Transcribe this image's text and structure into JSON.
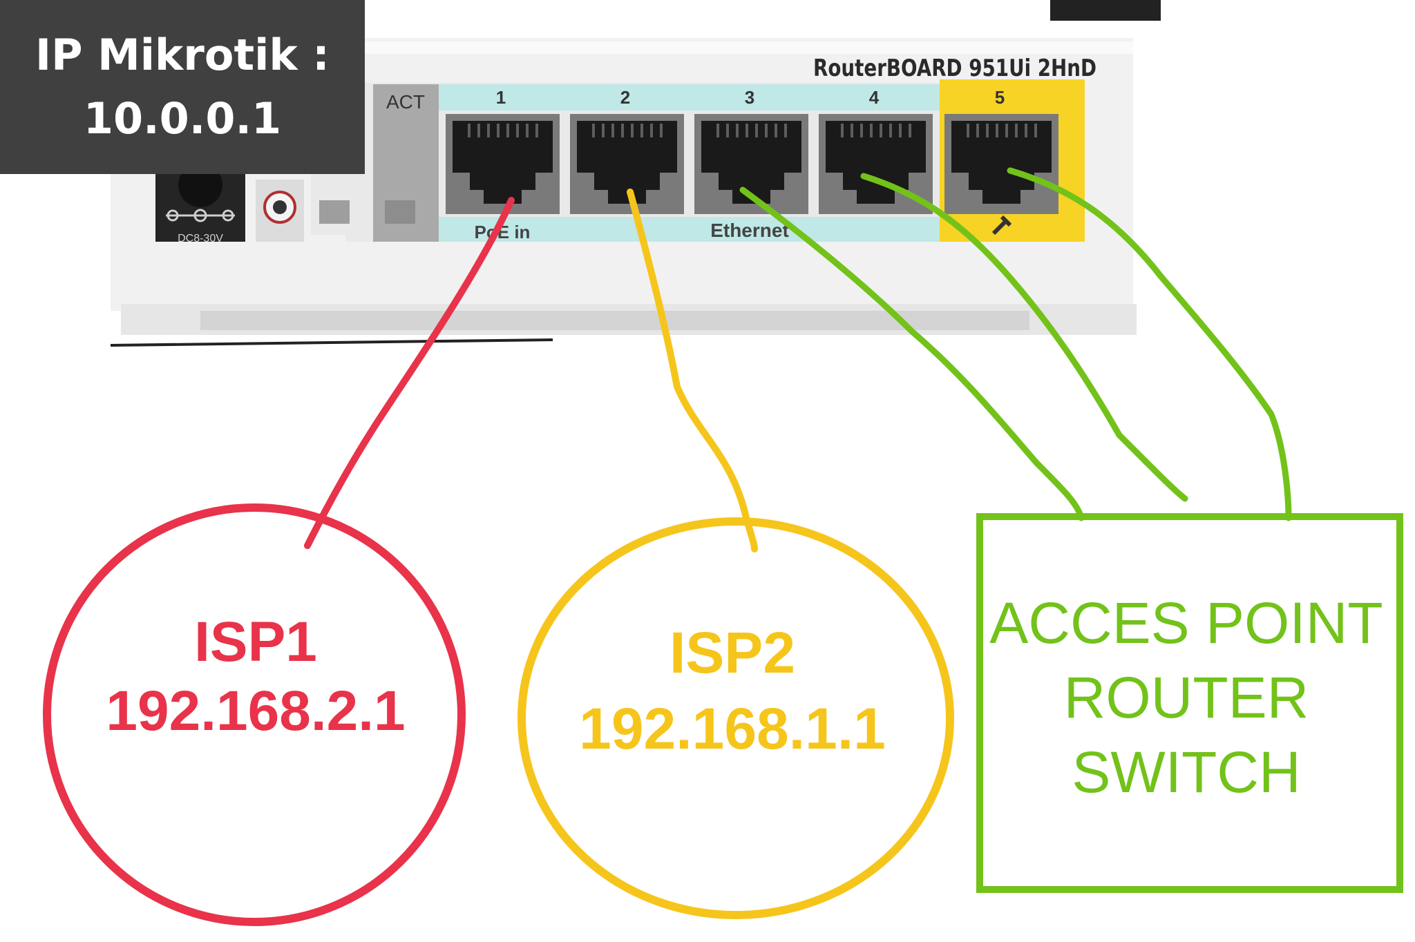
{
  "header": {
    "label": "IP Mikrotik :",
    "ip": "10.0.0.1"
  },
  "router": {
    "model": "RouterBOARD 951Ui 2HnD",
    "act_label": "ACT",
    "power_label": "DC8-30V",
    "ports": [
      "1",
      "2",
      "3",
      "4",
      "5"
    ],
    "poe_label": "PoE in",
    "ethernet_label": "Ethernet"
  },
  "isp1": {
    "name": "ISP1",
    "ip": "192.168.2.1"
  },
  "isp2": {
    "name": "ISP2",
    "ip": "192.168.1.1"
  },
  "ap": {
    "line1": "ACCES POINT",
    "line2": "ROUTER",
    "line3": "SWITCH"
  },
  "colors": {
    "isp1": "#e8334a",
    "isp2": "#f6c51b",
    "lan": "#72c21a",
    "label_bg": "#404040"
  }
}
